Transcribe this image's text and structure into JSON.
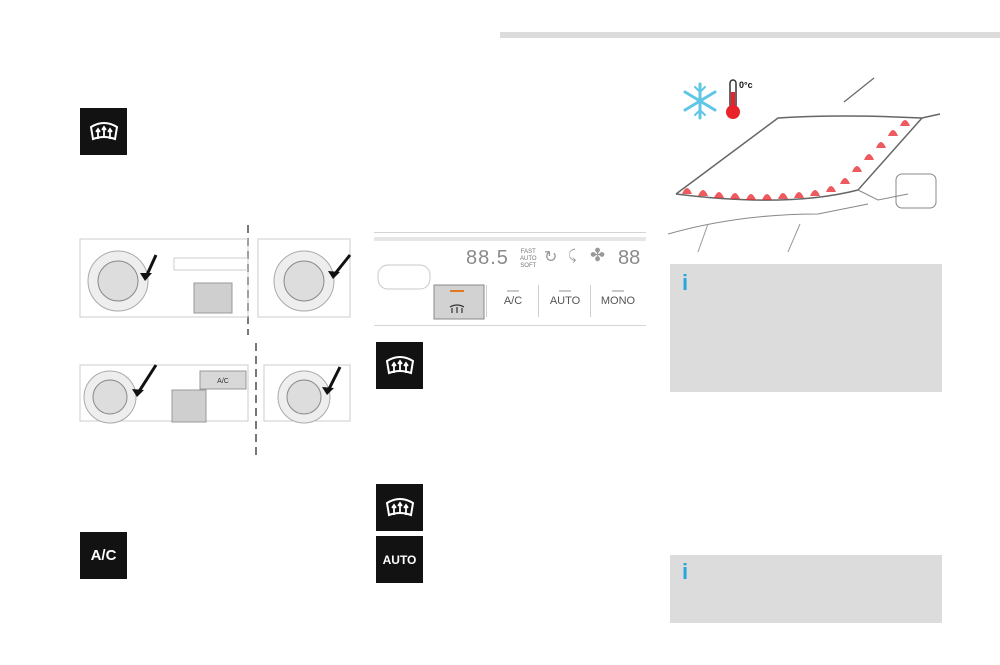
{
  "icons": {
    "defrost_1": "front-defrost-icon",
    "defrost_2": "front-defrost-icon",
    "defrost_3": "front-defrost-icon",
    "ac_label": "A/C",
    "auto_label": "AUTO"
  },
  "panel": {
    "display_temp": "88.5",
    "display_mode_line1": "FAST",
    "display_mode_line2": "AUTO",
    "display_mode_line3": "SOFT",
    "display_right": "88",
    "btn_ac": "A/C",
    "btn_auto": "AUTO",
    "btn_mono": "MONO"
  },
  "small_panels": {
    "ac_button": "A/C"
  },
  "windscreen": {
    "temp_label": "0°c"
  },
  "info": {
    "icon": "i"
  },
  "colors": {
    "accent_info": "#2aa6df",
    "icon_bg": "#121212",
    "info_bg": "#dcdcdc",
    "led_orange": "#e07a1f",
    "snow_blue": "#5fc6e6",
    "thermo_red": "#e8232a"
  }
}
